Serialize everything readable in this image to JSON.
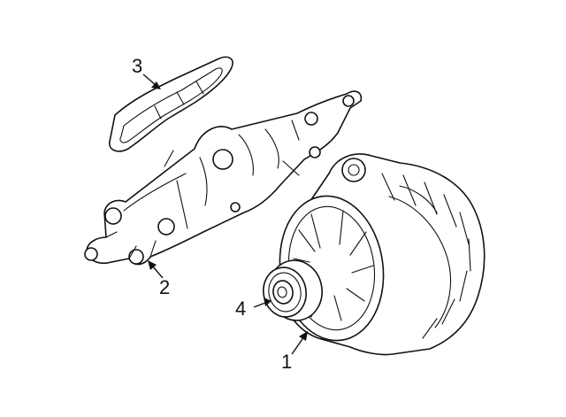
{
  "diagram": {
    "callouts": [
      {
        "id": "alternator",
        "label": "1"
      },
      {
        "id": "bracket",
        "label": "2"
      },
      {
        "id": "gasket",
        "label": "3"
      },
      {
        "id": "pulley",
        "label": "4"
      }
    ]
  }
}
